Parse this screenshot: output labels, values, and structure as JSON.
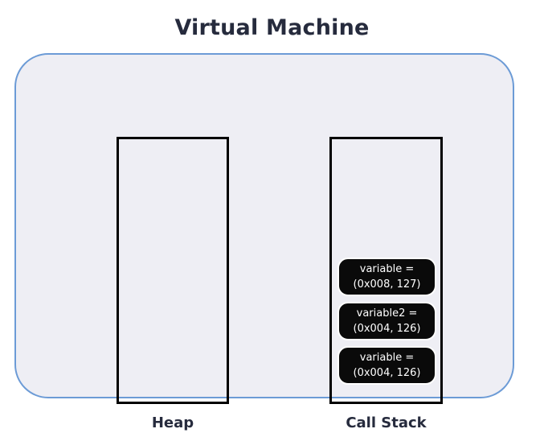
{
  "title": "Virtual Machine",
  "colors": {
    "page_background": "#ffffff",
    "container_background": "#eeeef4",
    "container_border": "#6c9bd6",
    "region_border": "#000000",
    "frame_background": "#0a0a0a",
    "frame_text": "#ffffff",
    "heading_text": "#262b3d"
  },
  "regions": {
    "heap": {
      "label": "Heap",
      "contents": []
    },
    "call_stack": {
      "label": "Call Stack",
      "frames": [
        {
          "name_line": "variable =",
          "value_line": "(0x008, 127)",
          "variable": "variable",
          "address": "0x008",
          "value": "127"
        },
        {
          "name_line": "variable2 =",
          "value_line": "(0x004, 126)",
          "variable": "variable2",
          "address": "0x004",
          "value": "126"
        },
        {
          "name_line": "variable =",
          "value_line": "(0x004, 126)",
          "variable": "variable",
          "address": "0x004",
          "value": "126"
        }
      ]
    }
  }
}
